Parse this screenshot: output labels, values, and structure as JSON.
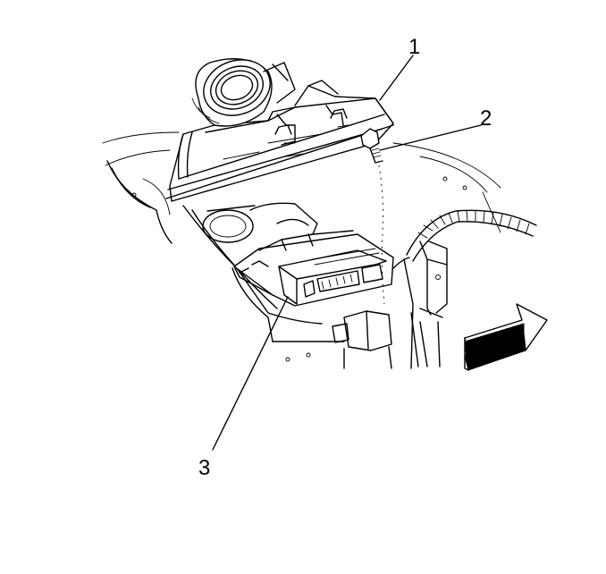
{
  "callouts": [
    {
      "number": "1"
    },
    {
      "number": "2"
    },
    {
      "number": "3"
    }
  ],
  "icons": {
    "direction_arrow": "forward-direction-arrow-icon"
  },
  "colors": {
    "line": "#000000",
    "background": "#ffffff"
  }
}
